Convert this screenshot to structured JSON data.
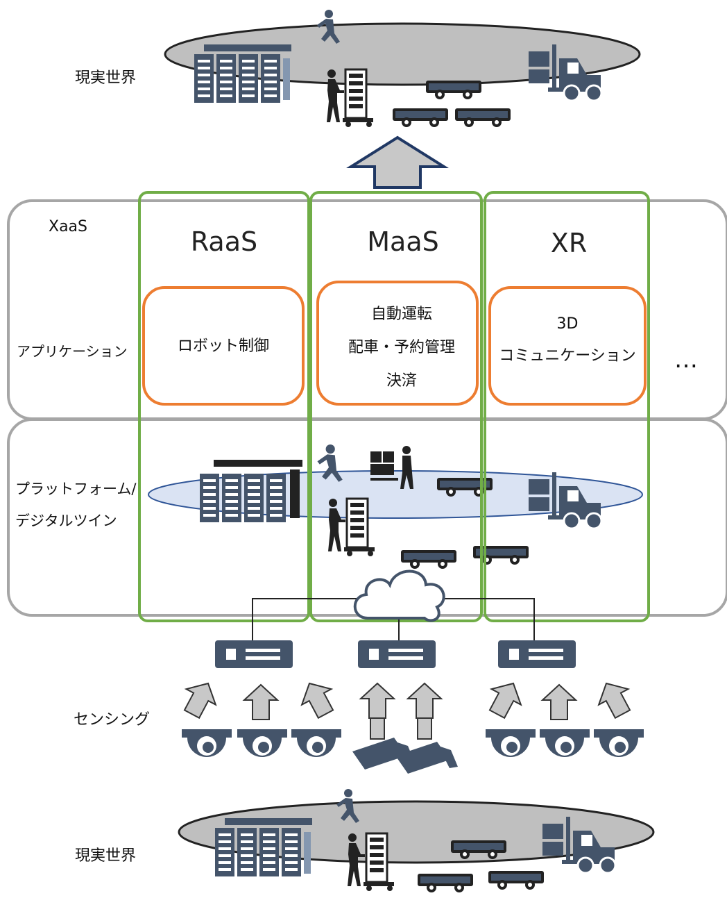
{
  "labels": {
    "real_world_top": "現実世界",
    "real_world_bottom": "現実世界",
    "xaas": "XaaS",
    "application": "アプリケーション",
    "platform_line1": "プラットフォーム/",
    "platform_line2": "デジタルツイン",
    "sensing": "センシング",
    "more": "…"
  },
  "services": [
    {
      "name": "RaaS",
      "apps": [
        "ロボット制御"
      ]
    },
    {
      "name": "MaaS",
      "apps": [
        "自動運転",
        "配車・予約管理",
        "決済"
      ]
    },
    {
      "name": "XR",
      "apps": [
        "3D",
        "コミュニケーション"
      ]
    }
  ],
  "colors": {
    "layer_border": "#a6a6a6",
    "service_border": "#70ad47",
    "app_border": "#ed7d31",
    "icon": "#44546a",
    "world_disc": "#bfbfbf",
    "twin_disc": "#dae3f3",
    "arrow_fill": "#c8c8c8"
  }
}
